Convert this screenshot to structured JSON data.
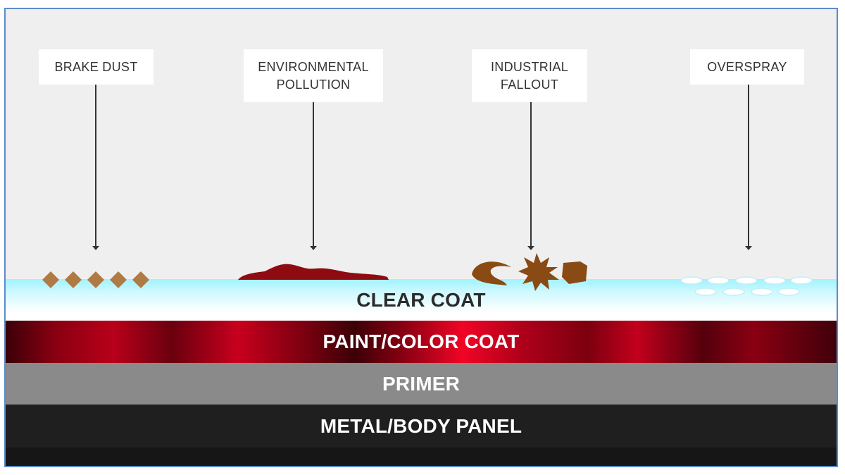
{
  "contaminants": {
    "brake_dust": "BRAKE DUST",
    "environmental_pollution": "ENVIRONMENTAL\nPOLLUTION",
    "industrial_fallout": "INDUSTRIAL\nFALLOUT",
    "overspray": "OVERSPRAY"
  },
  "layers": {
    "clear_coat": "CLEAR COAT",
    "paint_color_coat": "PAINT/COLOR COAT",
    "primer": "PRIMER",
    "metal_body_panel": "METAL/BODY PANEL"
  },
  "colors": {
    "frame_border": "#5b8ccc",
    "background": "#efefef",
    "brake_dust": "#b07a45",
    "pollution": "#8e0b12",
    "fallout": "#8a4a14",
    "clear_coat": "#9ff3ff",
    "paint": "#c8001d",
    "primer": "#8a8a8a",
    "metal": "#1f1f1f"
  }
}
